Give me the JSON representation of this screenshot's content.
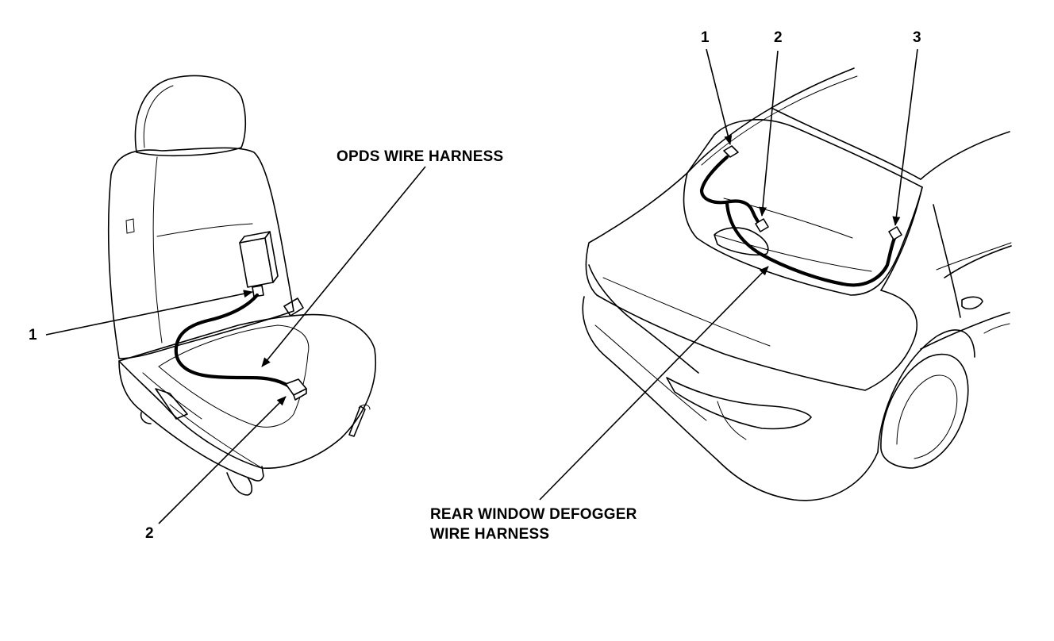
{
  "seat": {
    "label_harness": "OPDS WIRE HARNESS",
    "callout_1": "1",
    "callout_2": "2"
  },
  "car": {
    "callout_1": "1",
    "callout_2": "2",
    "callout_3": "3",
    "label_harness_line1": "REAR WINDOW DEFOGGER",
    "label_harness_line2": "WIRE HARNESS"
  }
}
